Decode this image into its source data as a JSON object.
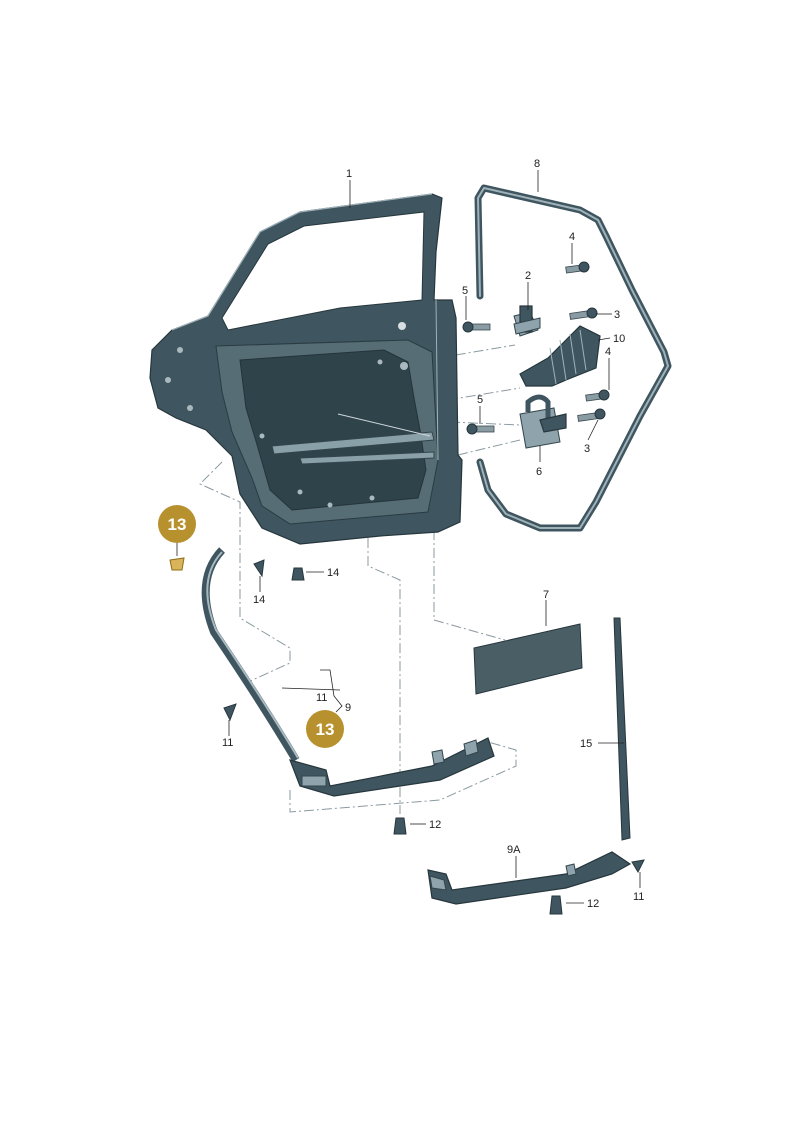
{
  "callouts": {
    "door_shell": "1",
    "hinge_upper": "2",
    "bolt_right_upper": "3",
    "bolt_right_lower": "3",
    "bolt_top": "4",
    "bolt_mid": "4",
    "bolt_left_upper": "5",
    "bolt_left_lower": "5",
    "hinge_lower": "6",
    "foam_pad": "7",
    "door_seal": "8",
    "sill_trim": "9",
    "sill_trim_alt": "9A",
    "check_strap": "10",
    "clip_a": "11",
    "clip_b": "11",
    "clip_c": "11",
    "clip_d": "12",
    "clip_e": "12",
    "clip_f": "14",
    "clip_g": "14",
    "strip": "15",
    "badge_upper": "13",
    "badge_lower": "13"
  },
  "colors": {
    "badge": "#b8912f",
    "part": "#3f5660",
    "part_dark": "#26363d",
    "part_light": "#8ea3ab",
    "dash_line": "#8a9aa0"
  }
}
